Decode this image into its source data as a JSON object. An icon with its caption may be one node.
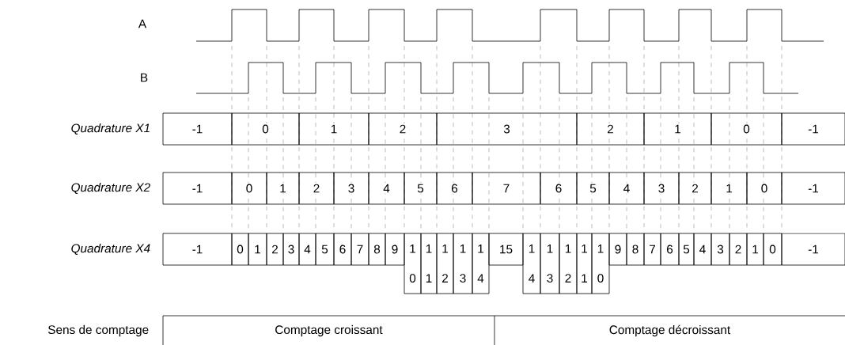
{
  "diagram": {
    "labels": [
      "A",
      "B",
      "Quadrature X1",
      "-1",
      "0",
      "1",
      "2",
      "3",
      "2",
      "1",
      "0",
      "-1",
      "Quadrature X2",
      "-1",
      "0",
      "1",
      "2",
      "3",
      "4",
      "5",
      "6",
      "7",
      "6",
      "5",
      "4",
      "3",
      "2",
      "1",
      "0",
      "-1",
      "Quadrature X4",
      "-1",
      "0",
      "1",
      "2",
      "3",
      "4",
      "5",
      "6",
      "7",
      "8",
      "9",
      "1 0",
      "1 1",
      "1 2",
      "1 3",
      "1 4",
      "15",
      "1 4",
      "1 3",
      "1 2",
      "1 1",
      "1 0",
      "9",
      "8",
      "7",
      "6",
      "5",
      "4",
      "3",
      "2",
      "1",
      "0",
      "-1",
      "Sens de comptage",
      "Comptage croissant",
      "Comptage décroissant"
    ]
  }
}
